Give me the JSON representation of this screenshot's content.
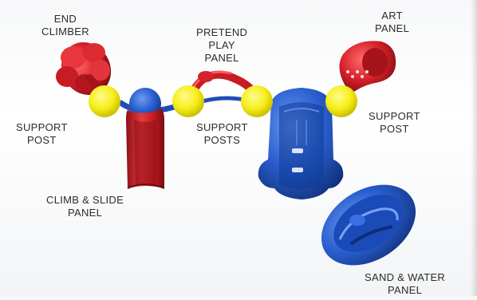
{
  "colors": {
    "red": "#d6202a",
    "red_dark": "#8e1016",
    "blue": "#2a5fd0",
    "blue_dark": "#123a8f",
    "yellow": "#f6ee1a",
    "yellow_dark": "#c9bf00"
  },
  "labels": {
    "end_climber": [
      "END",
      "CLIMBER"
    ],
    "support_post_left": [
      "SUPPORT",
      "POST"
    ],
    "climb_slide": [
      "CLIMB & SLIDE",
      "PANEL"
    ],
    "pretend_play": [
      "PRETEND",
      "PLAY",
      "PANEL"
    ],
    "support_posts": [
      "SUPPORT",
      "POSTS"
    ],
    "art_panel": [
      "ART",
      "PANEL"
    ],
    "support_post_right": [
      "SUPPORT",
      "POST"
    ],
    "sand_water": [
      "SAND & WATER",
      "PANEL"
    ]
  }
}
